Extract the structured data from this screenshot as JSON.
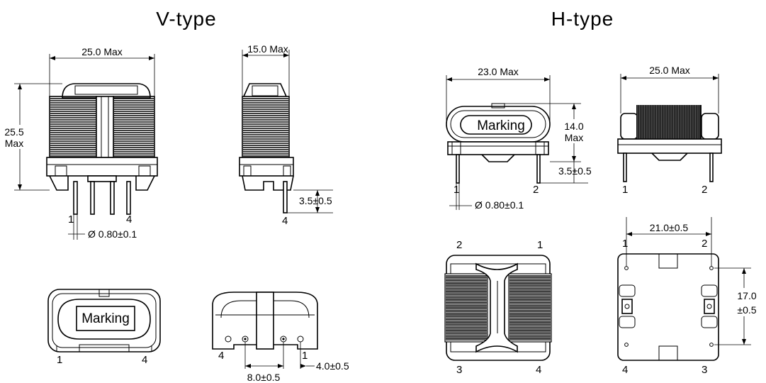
{
  "v_type": {
    "title": "V-type",
    "front": {
      "width": "25.0 Max",
      "height_value": "25.5",
      "height_unit": "Max",
      "pin_left": "1",
      "pin_right": "4",
      "pin_diameter": "Ø 0.80±0.1"
    },
    "side": {
      "width": "15.0 Max",
      "standoff": "3.5±0.5",
      "pin": "4"
    },
    "top": {
      "marking": "Marking",
      "pin_left": "1",
      "pin_right": "4"
    },
    "bottom": {
      "pin_a": "4",
      "pin_b": "1",
      "pin_offset": "4.0±0.5",
      "pin_pitch": "8.0±0.5"
    }
  },
  "h_type": {
    "title": "H-type",
    "front": {
      "width": "23.0 Max",
      "height_value": "14.0",
      "height_unit": "Max",
      "standoff": "3.5±0.5",
      "marking": "Marking",
      "pin_left": "1",
      "pin_right": "2",
      "pin_diameter": "Ø 0.80±0.1"
    },
    "side": {
      "width": "25.0 Max",
      "pin_left": "1",
      "pin_right": "2"
    },
    "top": {
      "pin_tl": "2",
      "pin_tr": "1",
      "pin_bl": "3",
      "pin_br": "4"
    },
    "bottom": {
      "pin_spacing_x": "21.0±0.5",
      "pin_spacing_y_value": "17.0",
      "pin_spacing_y_tol": "±0.5",
      "pin_tl": "1",
      "pin_tr": "2",
      "pin_bl": "4",
      "pin_br": "3"
    }
  }
}
